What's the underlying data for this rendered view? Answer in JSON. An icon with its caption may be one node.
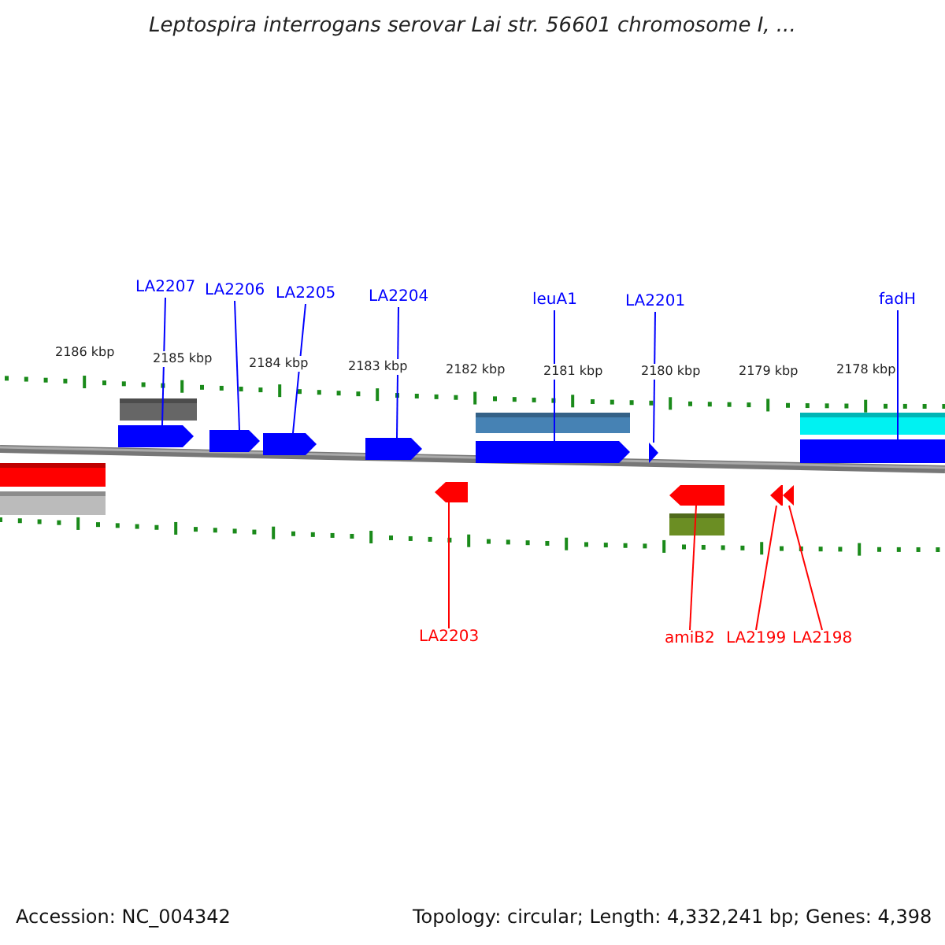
{
  "diagram": {
    "title": "Leptospira interrogans serovar Lai str. 56601 chromosome I, ...",
    "nodes": [
      {
        "text": [
          "LA2207"
        ]
      },
      {
        "text": [
          "LA2206"
        ]
      },
      {
        "text": [
          "LA2205"
        ]
      },
      {
        "text": [
          "LA2204"
        ]
      },
      {
        "text": [
          "leuA1"
        ]
      },
      {
        "text": [
          "LA2201"
        ]
      },
      {
        "text": [
          "fadH"
        ]
      },
      {
        "text": [
          "LA2203"
        ]
      },
      {
        "text": [
          "amiB2"
        ]
      },
      {
        "text": [
          "LA2199"
        ]
      },
      {
        "text": [
          "LA2198"
        ]
      },
      {
        "text": [],
        "shape": "arrow"
      },
      {
        "text": [],
        "shape": "arrow"
      },
      {
        "text": [],
        "shape": "arrow"
      },
      {
        "text": [],
        "shape": "arrow"
      },
      {
        "text": [],
        "shape": "arrow"
      },
      {
        "text": [],
        "shape": "arrow"
      },
      {
        "text": [],
        "shape": "box"
      },
      {
        "text": [],
        "shape": "arrow"
      },
      {
        "text": [],
        "shape": "arrow"
      },
      {
        "text": [],
        "shape": "arrow"
      },
      {
        "text": [],
        "shape": "arrow"
      }
    ],
    "edges": [
      {
        "from": 0,
        "to": 11,
        "arrow": "none"
      },
      {
        "from": 1,
        "to": 12,
        "arrow": "none"
      },
      {
        "from": 2,
        "to": 13,
        "arrow": "none"
      },
      {
        "from": 3,
        "to": 14,
        "arrow": "none"
      },
      {
        "from": 4,
        "to": 15,
        "arrow": "none"
      },
      {
        "from": 5,
        "to": 16,
        "arrow": "none"
      },
      {
        "from": 6,
        "to": 17,
        "arrow": "none"
      },
      {
        "from": 7,
        "to": 18,
        "arrow": "none",
        "color": "#ff0000"
      },
      {
        "from": 8,
        "to": 19,
        "arrow": "none",
        "color": "#ff0000"
      },
      {
        "from": 9,
        "to": 20,
        "arrow": "none",
        "color": "#ff0000"
      },
      {
        "from": 10,
        "to": 21,
        "arrow": "none",
        "color": "#ff0000"
      }
    ],
    "labels": [
      "2186 kbp",
      "2185 kbp",
      "2184 kbp",
      "2183 kbp",
      "2182 kbp",
      "2181 kbp",
      "2180 kbp",
      "2179 kbp",
      "2178 kbp",
      "Accession: NC_004342",
      "Topology: circular; Length: 4,332,241 bp; Genes: 4,398"
    ]
  }
}
